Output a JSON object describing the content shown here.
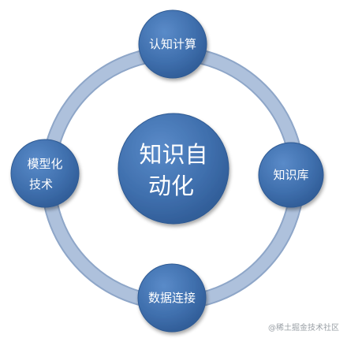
{
  "diagram": {
    "center": {
      "line1": "知识自",
      "line2": "动化"
    },
    "nodes": {
      "top": {
        "line1": "认知计算"
      },
      "right": {
        "line1": "知识库"
      },
      "bottom": {
        "line1": "数据连接"
      },
      "left": {
        "line1": "模型化",
        "line2": "技术"
      }
    },
    "colors": {
      "ring": "#a9bdd8",
      "ring_edge": "#8ea6c8",
      "node_fill": "#3f6fad",
      "node_edge": "#2f5a93",
      "label": "#ffffff"
    }
  },
  "watermark": "@稀土掘金技术社区"
}
